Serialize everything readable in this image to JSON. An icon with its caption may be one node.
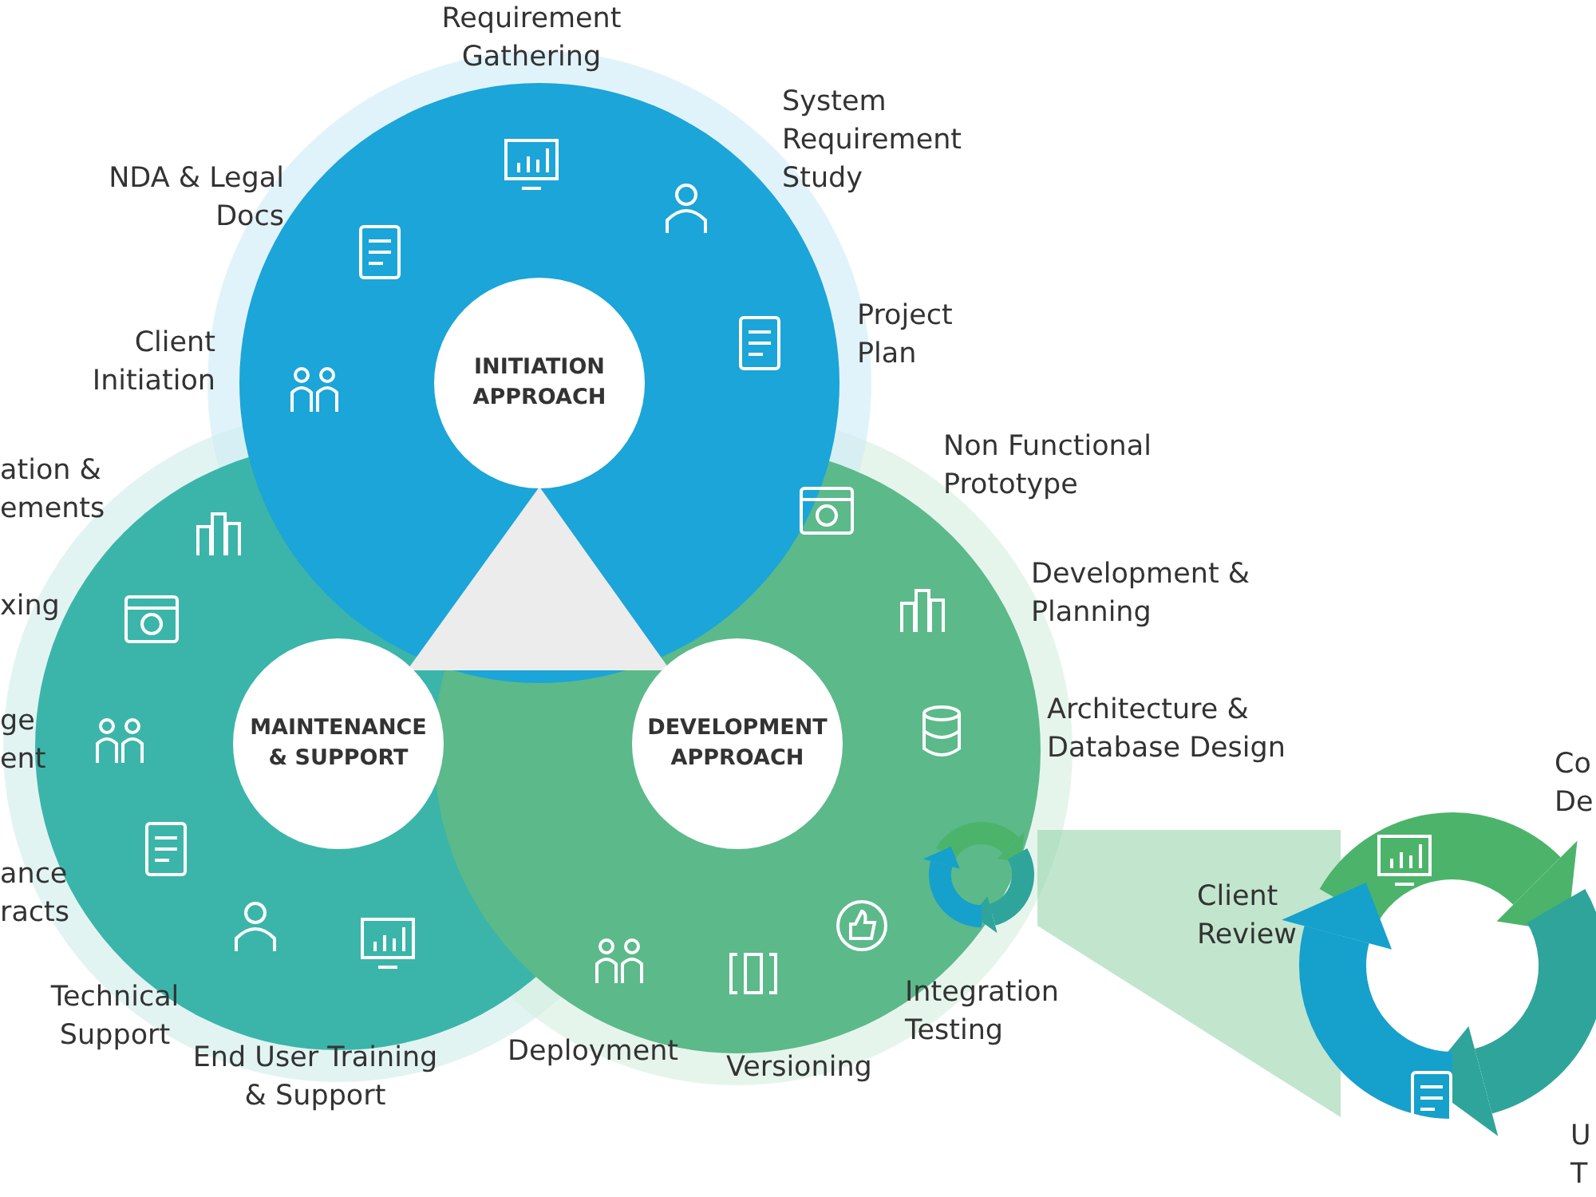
{
  "diagram": {
    "nodes": [
      {
        "text": [
          "INITIATION APPROACH"
        ]
      },
      {
        "text": [
          "MAINTENANCE & SUPPORT"
        ]
      },
      {
        "text": [
          "DEVELOPMENT APPROACH"
        ]
      }
    ],
    "edges": [],
    "labels": [
      "Requirement Gathering",
      "System Requirement Study",
      "NDA & Legal Docs",
      "Project Plan",
      "Client Initiation",
      "Non Functional Prototype",
      "ation & ements",
      "Development & Planning",
      "xing",
      "Architecture & Database Design",
      "ge ent",
      "Co De",
      "ance racts",
      "Client Review",
      "Integration Testing",
      "Technical Support",
      "Deployment",
      "End User Training & Support",
      "Versioning",
      "U T"
    ]
  }
}
